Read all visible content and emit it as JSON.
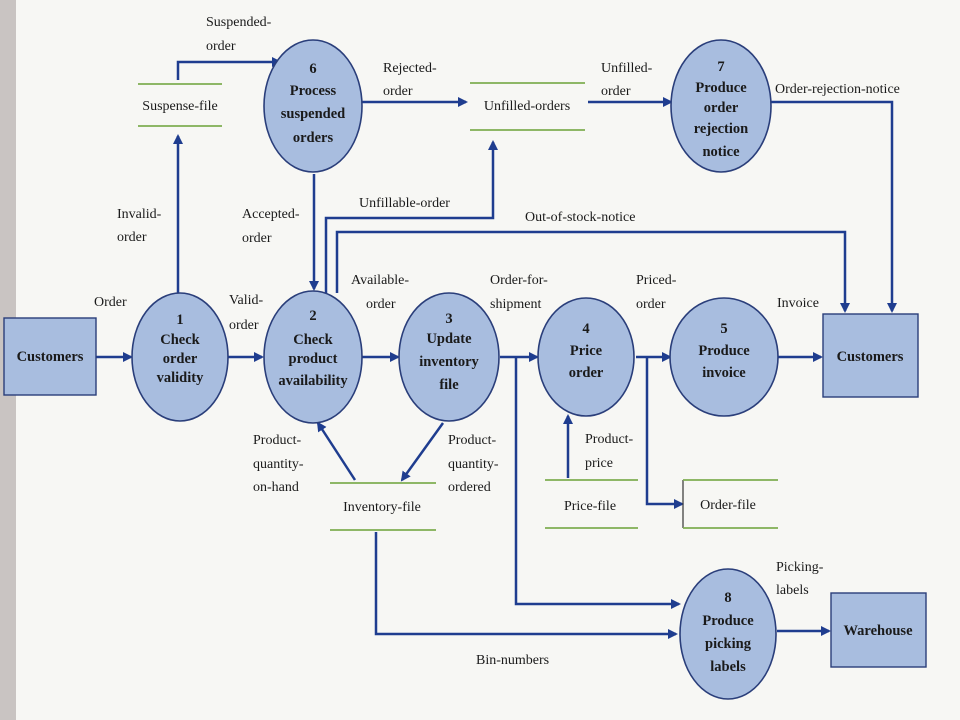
{
  "colors": {
    "flow": "#1f3d8f",
    "process_fill": "#a8bddf",
    "store_line": "#7fae52",
    "background": "#f7f7f4"
  },
  "processes": [
    {
      "id": "p1",
      "number": "1",
      "lines": [
        "Check",
        "order",
        "validity"
      ]
    },
    {
      "id": "p2",
      "number": "2",
      "lines": [
        "Check",
        "product",
        "availability"
      ]
    },
    {
      "id": "p3",
      "number": "3",
      "lines": [
        "Update",
        "inventory",
        "file"
      ]
    },
    {
      "id": "p4",
      "number": "4",
      "lines": [
        "Price",
        "order"
      ]
    },
    {
      "id": "p5",
      "number": "5",
      "lines": [
        "Produce",
        "invoice"
      ]
    },
    {
      "id": "p6",
      "number": "6",
      "lines": [
        "Process",
        "suspended",
        "orders"
      ]
    },
    {
      "id": "p7",
      "number": "7",
      "lines": [
        "Produce",
        "order",
        "rejection",
        "notice"
      ]
    },
    {
      "id": "p8",
      "number": "8",
      "lines": [
        "Produce",
        "picking",
        "labels"
      ]
    }
  ],
  "entities": [
    {
      "id": "customers-left",
      "label": "Customers"
    },
    {
      "id": "customers-right",
      "label": "Customers"
    },
    {
      "id": "warehouse",
      "label": "Warehouse"
    }
  ],
  "stores": [
    {
      "id": "suspense-file",
      "label": "Suspense-file"
    },
    {
      "id": "unfilled-orders",
      "label": "Unfilled-orders"
    },
    {
      "id": "inventory-file",
      "label": "Inventory-file"
    },
    {
      "id": "price-file",
      "label": "Price-file"
    },
    {
      "id": "order-file",
      "label": "Order-file"
    }
  ],
  "flows": [
    {
      "id": "order",
      "lines": [
        "Order"
      ]
    },
    {
      "id": "invalid-order",
      "lines": [
        "Invalid-",
        "order"
      ]
    },
    {
      "id": "valid-order",
      "lines": [
        "Valid-",
        "order"
      ]
    },
    {
      "id": "suspended-order",
      "lines": [
        "Suspended-",
        "order"
      ]
    },
    {
      "id": "rejected-order",
      "lines": [
        "Rejected-",
        "order"
      ]
    },
    {
      "id": "unfilled-order",
      "lines": [
        "Unfilled-",
        "order"
      ]
    },
    {
      "id": "order-rejection-notice",
      "lines": [
        "Order-rejection-notice"
      ]
    },
    {
      "id": "accepted-order",
      "lines": [
        "Accepted-",
        "order"
      ]
    },
    {
      "id": "unfillable-order",
      "lines": [
        "Unfillable-order"
      ]
    },
    {
      "id": "out-of-stock-notice",
      "lines": [
        "Out-of-stock-notice"
      ]
    },
    {
      "id": "available-order",
      "lines": [
        "Available-",
        "order"
      ]
    },
    {
      "id": "order-for-shipment",
      "lines": [
        "Order-for-",
        "shipment"
      ]
    },
    {
      "id": "priced-order",
      "lines": [
        "Priced-",
        "order"
      ]
    },
    {
      "id": "invoice",
      "lines": [
        "Invoice"
      ]
    },
    {
      "id": "product-quantity-on-hand",
      "lines": [
        "Product-",
        "quantity-",
        "on-hand"
      ]
    },
    {
      "id": "product-quantity-ordered",
      "lines": [
        "Product-",
        "quantity-",
        "ordered"
      ]
    },
    {
      "id": "product-price",
      "lines": [
        "Product-",
        "price"
      ]
    },
    {
      "id": "picking-labels",
      "lines": [
        "Picking-",
        "labels"
      ]
    },
    {
      "id": "bin-numbers",
      "lines": [
        "Bin-numbers"
      ]
    }
  ]
}
